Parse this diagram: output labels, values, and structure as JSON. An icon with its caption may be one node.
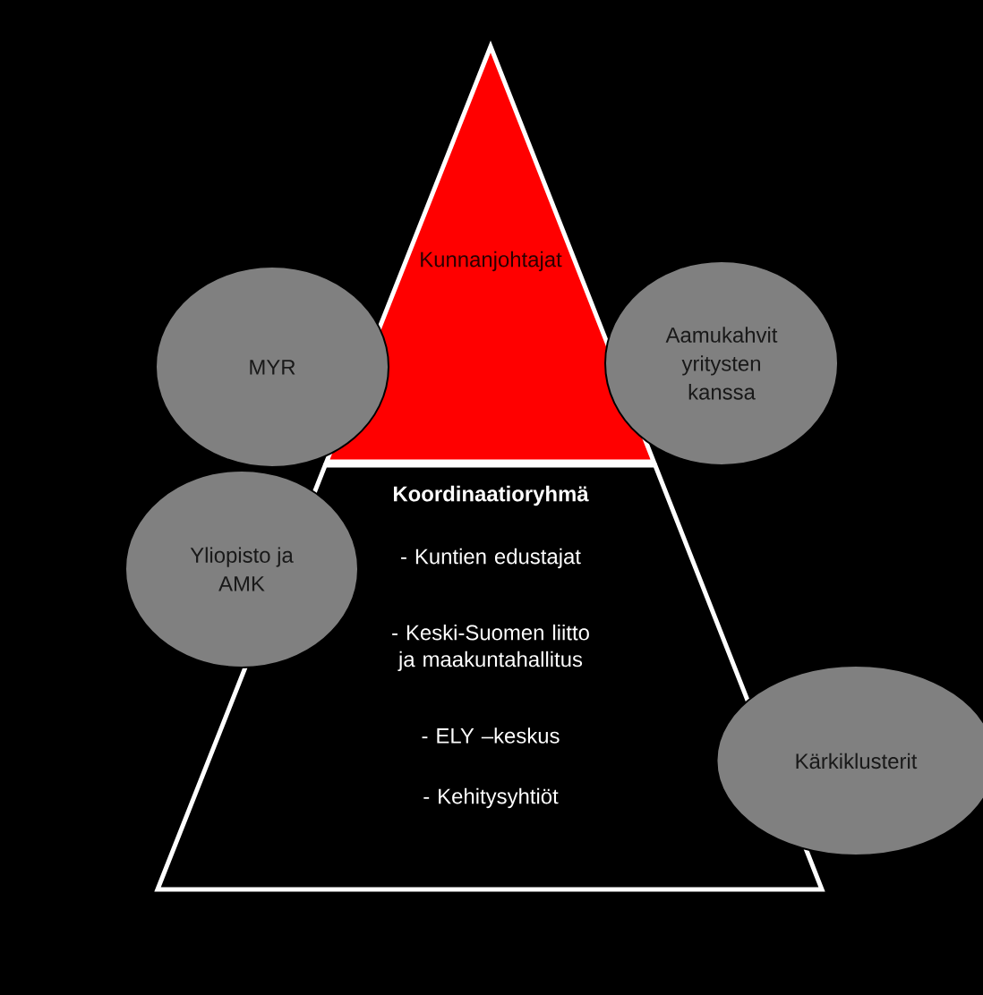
{
  "diagram": {
    "nodes": [
      {
        "text": [
          "Kunnanjohtajat"
        ]
      },
      {
        "text": [
          "MYR"
        ]
      },
      {
        "text": [
          "Aamukahvit yritysten kanssa"
        ]
      },
      {
        "text": [
          "Koordinaatioryhmä",
          "- Kuntien edustajat",
          "- Keski-Suomen liitto ja maakuntahallitus",
          "- ELY –keskus",
          "- Kehitysyhtiöt"
        ]
      },
      {
        "text": [
          "Yliopisto ja AMK"
        ]
      },
      {
        "text": [
          "Kärkiklusterit"
        ]
      }
    ]
  }
}
